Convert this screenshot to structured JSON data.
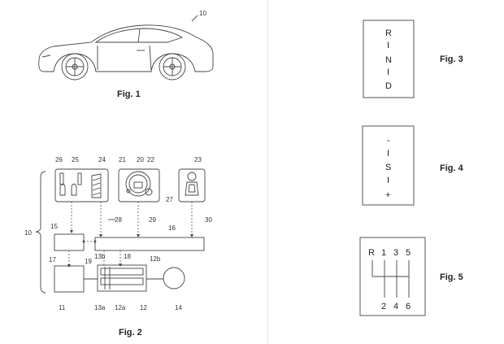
{
  "figures": {
    "fig1": "Fig. 1",
    "fig2": "Fig. 2",
    "fig3": "Fig. 3",
    "fig4": "Fig. 4",
    "fig5": "Fig. 5"
  },
  "fig1": {
    "ref": "10"
  },
  "fig2": {
    "refs": {
      "r10": "10",
      "r11": "11",
      "r12": "12",
      "r12a": "12a",
      "r12b": "12b",
      "r13a": "13a",
      "r13b": "13b",
      "r14": "14",
      "r15": "15",
      "r16": "16",
      "r17": "17",
      "r18": "18",
      "r19": "19",
      "r20": "20",
      "r21": "21",
      "r22": "22",
      "r23": "23",
      "r24": "24",
      "r25": "25",
      "r26": "26",
      "r27": "27",
      "r28": "28",
      "r29": "29",
      "r30": "30"
    }
  },
  "fig3": {
    "letters": [
      "R",
      "I",
      "N",
      "I",
      "D"
    ]
  },
  "fig4": {
    "letters": [
      "-",
      "I",
      "S",
      "I",
      "+"
    ]
  },
  "fig5": {
    "top": [
      "R",
      "1",
      "3",
      "5"
    ],
    "bottom": [
      "2",
      "4",
      "6"
    ]
  }
}
